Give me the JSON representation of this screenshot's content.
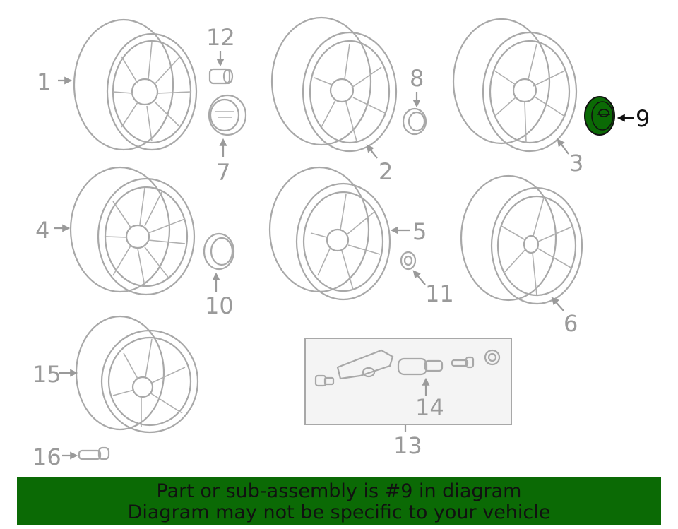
{
  "callouts": {
    "c1": "1",
    "c2": "2",
    "c3": "3",
    "c4": "4",
    "c5": "5",
    "c6": "6",
    "c7": "7",
    "c8": "8",
    "c9": "9",
    "c10": "10",
    "c11": "11",
    "c12": "12",
    "c13": "13",
    "c14": "14",
    "c15": "15",
    "c16": "16"
  },
  "highlight": {
    "part": "9",
    "color": "#0b6a05"
  },
  "banner": {
    "line1": "Part or sub-assembly is #9 in diagram",
    "line2": "Diagram may not be specific to your vehicle"
  }
}
